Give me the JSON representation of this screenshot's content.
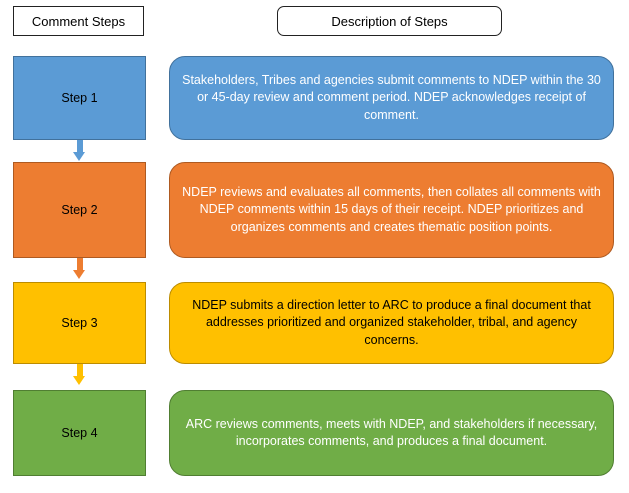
{
  "headers": {
    "left": "Comment Steps",
    "right": "Description of Steps"
  },
  "colors": {
    "step1": "#5b9bd5",
    "step1_border": "#41719c",
    "step2": "#ed7d31",
    "step2_border": "#ae5a21",
    "step3": "#ffc000",
    "step3_border": "#bc8c00",
    "step4": "#70ad47",
    "step4_border": "#507e32"
  },
  "steps": [
    {
      "label": "Step 1",
      "description": "Stakeholders, Tribes and agencies submit comments to NDEP within the 30 or 45-day review and comment period. NDEP acknowledges receipt of comment."
    },
    {
      "label": "Step 2",
      "description": "NDEP reviews and evaluates all comments, then collates all comments with NDEP comments within 15 days of their receipt. NDEP prioritizes and organizes comments and creates thematic position points."
    },
    {
      "label": "Step 3",
      "description": "NDEP submits a direction letter to ARC to produce a final document that addresses prioritized and organized stakeholder, tribal, and agency concerns."
    },
    {
      "label": "Step 4",
      "description": "ARC reviews comments, meets with NDEP, and stakeholders if necessary, incorporates comments, and produces a final document."
    }
  ]
}
